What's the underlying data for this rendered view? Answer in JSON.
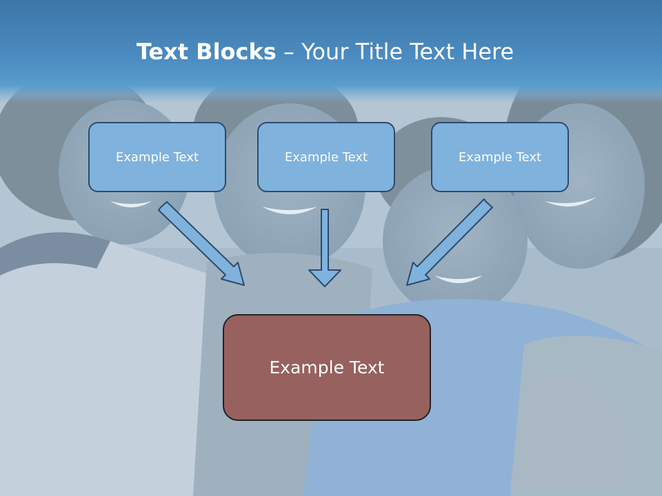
{
  "slide": {
    "title_bold": "Text Blocks",
    "title_rest": " – Your Title Text Here",
    "boxes": [
      "Example Text",
      "Example Text",
      "Example Text"
    ],
    "result_box": "Example Text"
  },
  "colors": {
    "title_band": "#4b8bc0",
    "small_box_fill": "#7fb2dd",
    "small_box_border": "#2c4a6e",
    "result_box_fill": "#97615f",
    "arrow_fill": "#7fb2dd"
  }
}
